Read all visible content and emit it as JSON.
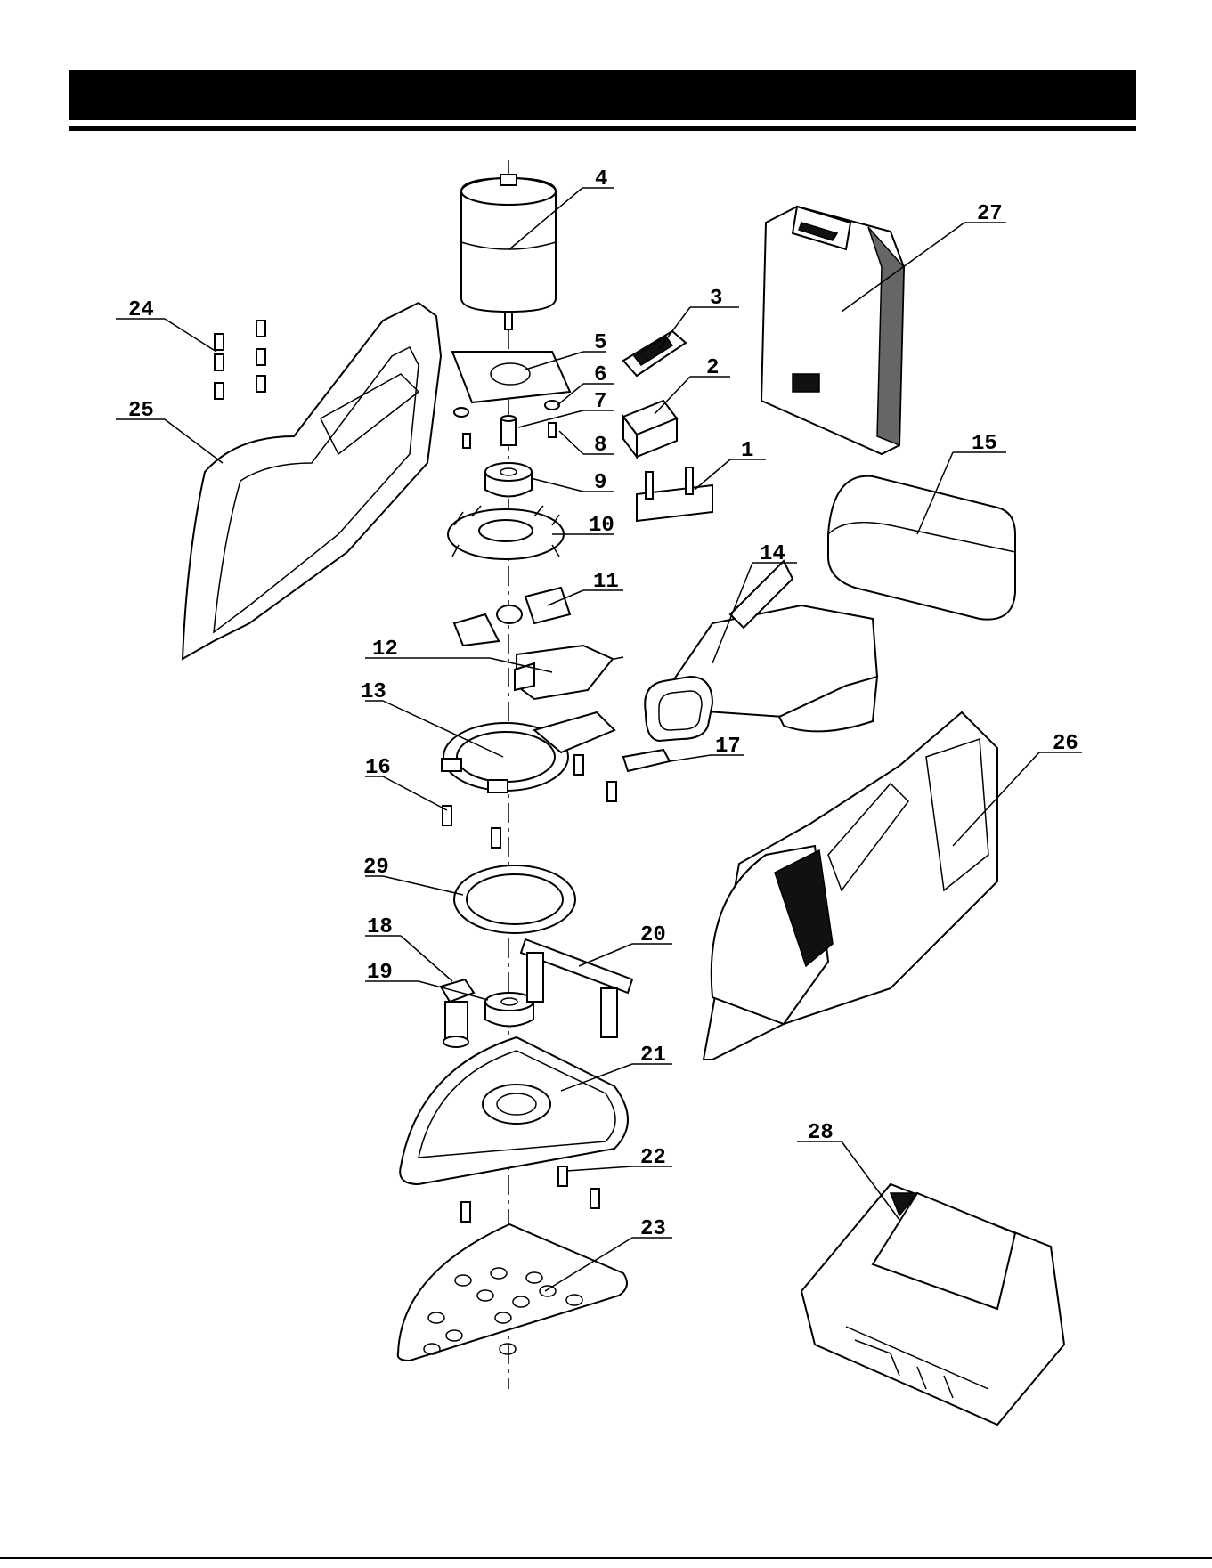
{
  "diagram": {
    "callouts": [
      {
        "id": "1",
        "label": "1"
      },
      {
        "id": "2",
        "label": "2"
      },
      {
        "id": "3",
        "label": "3"
      },
      {
        "id": "4",
        "label": "4"
      },
      {
        "id": "5",
        "label": "5"
      },
      {
        "id": "6",
        "label": "6"
      },
      {
        "id": "7",
        "label": "7"
      },
      {
        "id": "8",
        "label": "8"
      },
      {
        "id": "9",
        "label": "9"
      },
      {
        "id": "10",
        "label": "10"
      },
      {
        "id": "11",
        "label": "11"
      },
      {
        "id": "12",
        "label": "12"
      },
      {
        "id": "13",
        "label": "13"
      },
      {
        "id": "14",
        "label": "14"
      },
      {
        "id": "15",
        "label": "15"
      },
      {
        "id": "16",
        "label": "16"
      },
      {
        "id": "17",
        "label": "17"
      },
      {
        "id": "18",
        "label": "18"
      },
      {
        "id": "19",
        "label": "19"
      },
      {
        "id": "20",
        "label": "20"
      },
      {
        "id": "21",
        "label": "21"
      },
      {
        "id": "22",
        "label": "22"
      },
      {
        "id": "23",
        "label": "23"
      },
      {
        "id": "24",
        "label": "24"
      },
      {
        "id": "25",
        "label": "25"
      },
      {
        "id": "26",
        "label": "26"
      },
      {
        "id": "27",
        "label": "27"
      },
      {
        "id": "28",
        "label": "28"
      },
      {
        "id": "29",
        "label": "29"
      }
    ]
  },
  "colors": {
    "ink": "#000000",
    "paper": "#ffffff"
  }
}
